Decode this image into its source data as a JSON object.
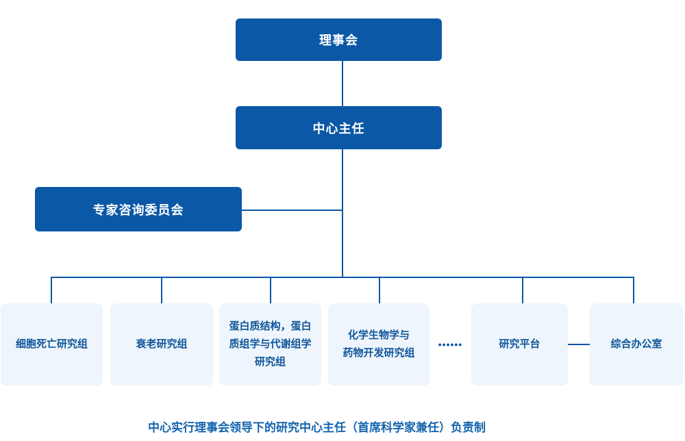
{
  "palette": {
    "node_dark_bg": "#0b58a6",
    "node_dark_text": "#ffffff",
    "node_light_bg": "#eef5fc",
    "node_light_text": "#0f5599",
    "line_color": "#0a57a4",
    "footer_text_color": "#1464ae",
    "page_bg": "#ffffff"
  },
  "org": {
    "root": {
      "label": "理事会"
    },
    "director": {
      "label": "中心主任"
    },
    "advisory": {
      "label": "专家咨询委员会"
    },
    "departments": [
      {
        "label": "细胞死亡研究组"
      },
      {
        "label": "衰老研究组"
      },
      {
        "label": "蛋白质结构，蛋白\n质组学与代谢组学\n研究组"
      },
      {
        "label": "化学生物学与\n药物开发研究组"
      },
      {
        "label": "研究平台"
      },
      {
        "label": "综合办公室"
      }
    ],
    "ellipsis": "••••••",
    "footer_note": "中心实行理事会领导下的研究中心主任（首席科学家兼任）负责制"
  }
}
